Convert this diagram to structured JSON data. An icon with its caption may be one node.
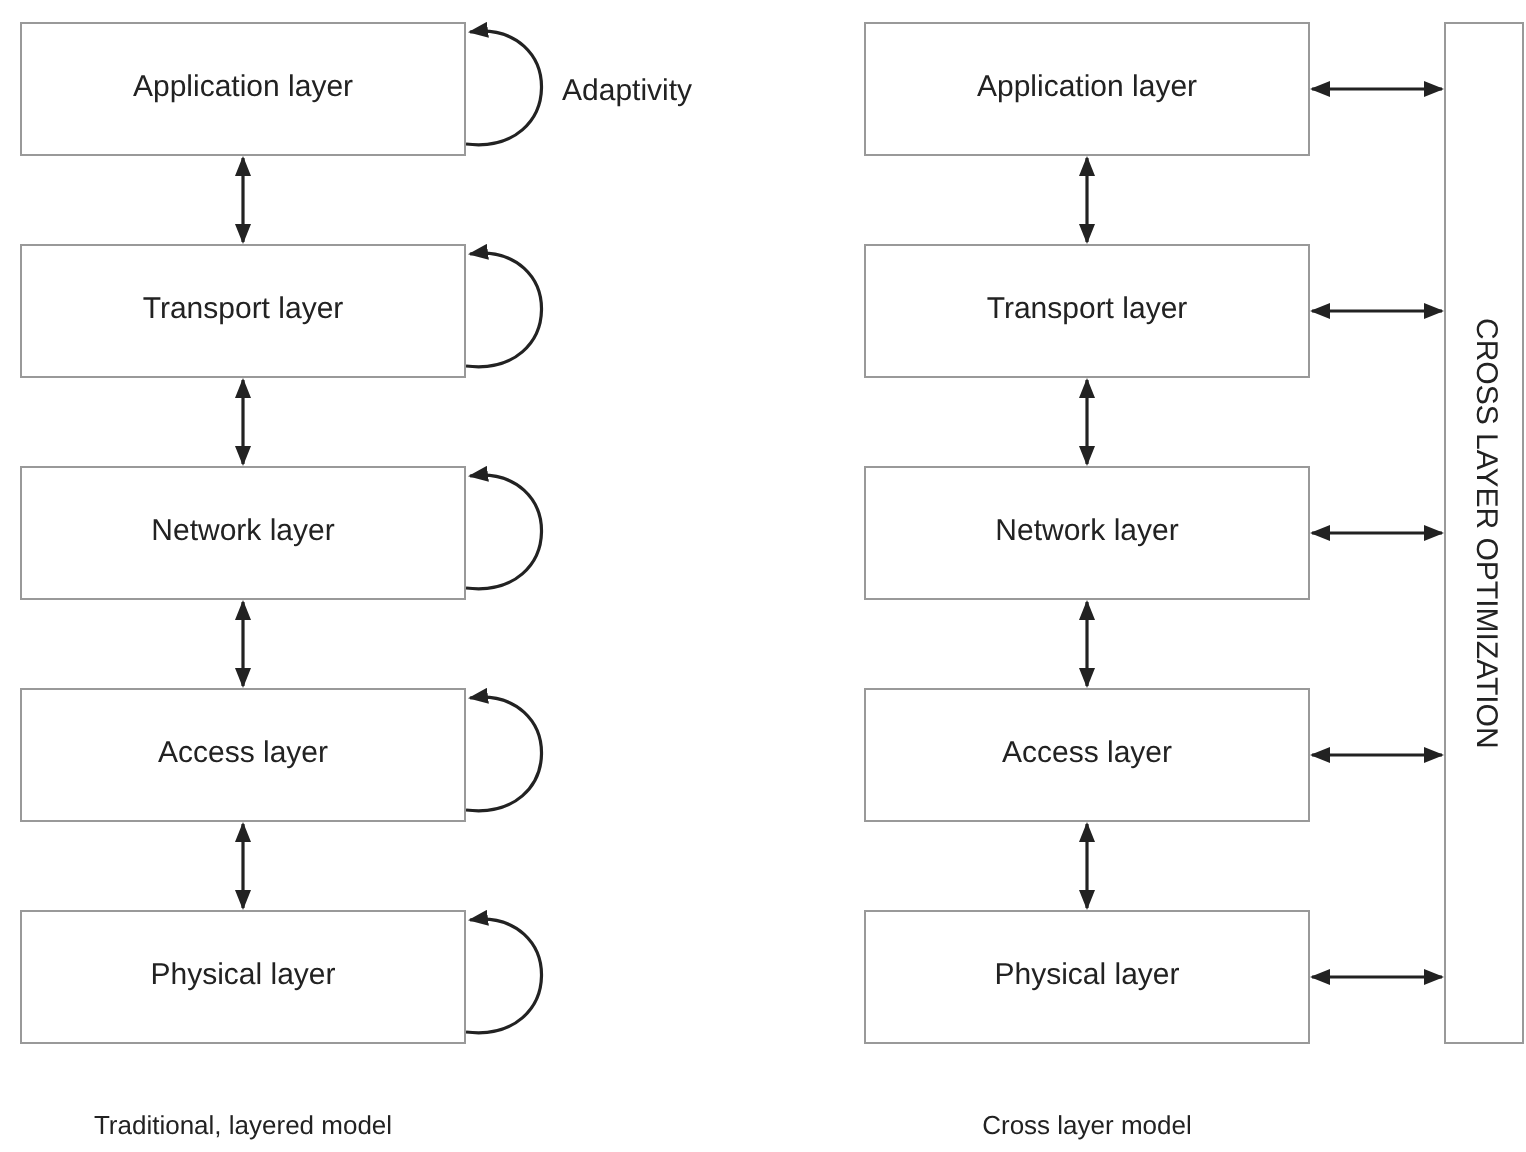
{
  "diagram": {
    "nodes": [
      {
        "text": [
          "Application layer"
        ]
      },
      {
        "text": [
          "Transport layer"
        ]
      },
      {
        "text": [
          "Network layer"
        ]
      },
      {
        "text": [
          "Access layer"
        ]
      },
      {
        "text": [
          "Physical layer"
        ]
      },
      {
        "text": [
          "Application layer"
        ]
      },
      {
        "text": [
          "Transport layer"
        ]
      },
      {
        "text": [
          "Network layer"
        ]
      },
      {
        "text": [
          "Access layer"
        ]
      },
      {
        "text": [
          "Physical layer"
        ]
      },
      {
        "text": [
          "CROSS LAYER OPTIMIZATION"
        ]
      }
    ],
    "edges": [
      {
        "from": 0,
        "to": 0,
        "arrow": "to",
        "label": "Adaptivity"
      },
      {
        "from": 1,
        "to": 1,
        "arrow": "to"
      },
      {
        "from": 2,
        "to": 2,
        "arrow": "to"
      },
      {
        "from": 3,
        "to": 3,
        "arrow": "to"
      },
      {
        "from": 4,
        "to": 4,
        "arrow": "to"
      },
      {
        "from": 0,
        "to": 1,
        "arrow": "both"
      },
      {
        "from": 1,
        "to": 2,
        "arrow": "both"
      },
      {
        "from": 2,
        "to": 3,
        "arrow": "both"
      },
      {
        "from": 3,
        "to": 4,
        "arrow": "both"
      },
      {
        "from": 5,
        "to": 6,
        "arrow": "both"
      },
      {
        "from": 6,
        "to": 7,
        "arrow": "both"
      },
      {
        "from": 7,
        "to": 8,
        "arrow": "both"
      },
      {
        "from": 8,
        "to": 9,
        "arrow": "both"
      },
      {
        "from": 5,
        "to": 10,
        "arrow": "both"
      },
      {
        "from": 6,
        "to": 10,
        "arrow": "both"
      },
      {
        "from": 7,
        "to": 10,
        "arrow": "both"
      },
      {
        "from": 8,
        "to": 10,
        "arrow": "both"
      },
      {
        "from": 9,
        "to": 10,
        "arrow": "both"
      }
    ],
    "labels": [
      "Traditional, layered model",
      "Cross layer model"
    ]
  }
}
